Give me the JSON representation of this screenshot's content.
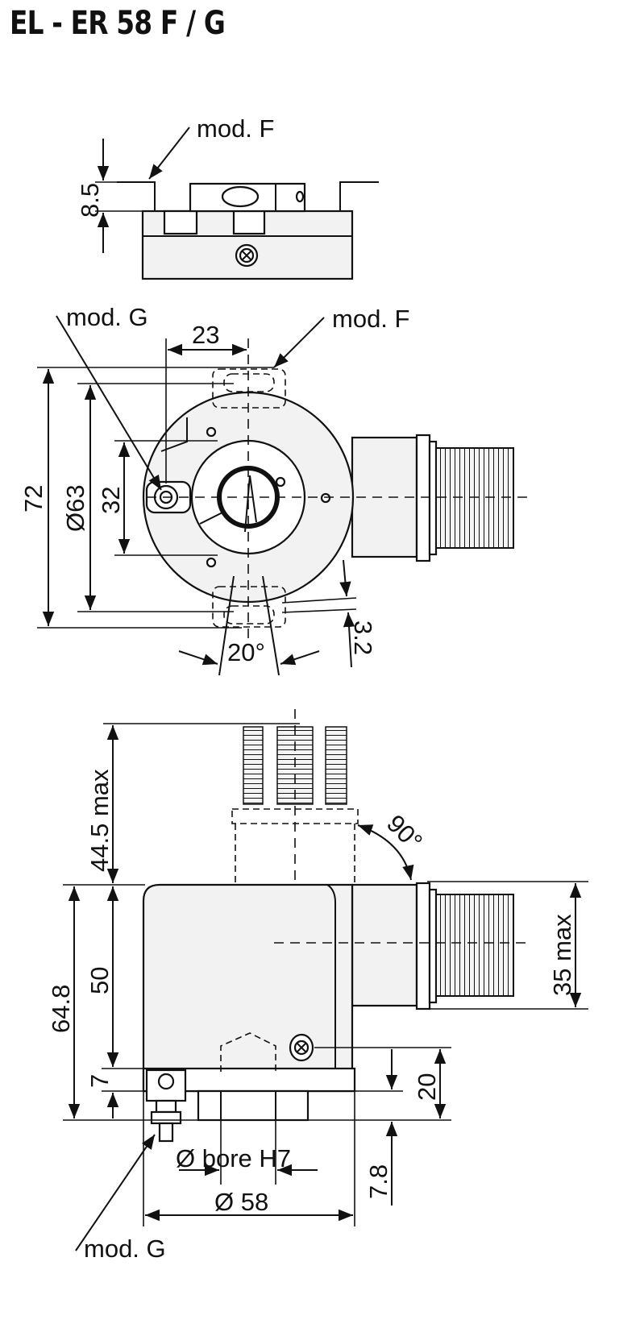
{
  "title": "EL - ER 58 F / G",
  "labels": {
    "mod_f_top": "mod. F",
    "dim_8_5": "8.5",
    "mod_g_front": "mod. G",
    "mod_f_front": "mod. F",
    "dim_23": "23",
    "dim_72": "72",
    "dim_63": "Ø63",
    "dim_32": "32",
    "dim_3_2": "3.2",
    "dim_20deg": "20°",
    "dim_44_5": "44.5 max",
    "dim_90deg": "90°",
    "dim_64_8": "64.8",
    "dim_50": "50",
    "dim_7": "7",
    "dim_35": "35 max",
    "dim_20": "20",
    "dim_bore": "Ø bore H7",
    "dim_7_8": "7.8",
    "dim_58": "Ø  58",
    "mod_g_side": "mod. G"
  }
}
